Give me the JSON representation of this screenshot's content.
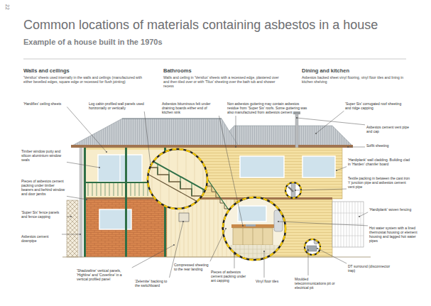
{
  "diagram": {
    "title": "Common locations of materials containing asbestos in a house",
    "labels": [
      "22",
      "Example of a house built in the 1970s",
      "Walls and ceilings",
      "'Versilux' sheets used internally in the walls and ceilings (manufactured with either bevelled edges, square edge or recessed for flush jointing)",
      "Bathrooms",
      "Walls and ceiling in 'Versilux' sheets with a recessed edge, plastered over and then tiled over or with 'Tilux' sheeting over the bath tub and shower recess",
      "Dining and kitchen",
      "Asbestos backed sheet vinyl flooring, vinyl floor tiles and lining in kitchen shelving",
      "'Hardiflex' ceiling sheets",
      "Log cabin profiled wall panels used horizontally or vertically",
      "Asbestos bituminous felt under draining boards either end of kitchen sink",
      "Non asbestos guttering may contain asbestos residue from 'Super Six' roofs. Some guttering was also manufactured from asbestos cement",
      "'Super Six' corrugated roof sheeting and ridge capping",
      "Asbestos cement vent pipe and cap",
      "Soffit sheeting",
      "'Hardiplank' wall cladding. Building clad in 'Harden' chamfer board",
      "Textile packing in between the cast iron Y junction pipe and asbestos cement vent pipe",
      "'Hardiplank' woven fencing",
      "Hot water system with a lined thermostat housing or element housing and lagged hot water pipes",
      "DT surround (disconnector trap)",
      "Moulded telecommunications pit or electrical pit",
      "Vinyl floor tiles",
      "Pieces of asbestos cement packing under ant capping",
      "Compressed sheeting to the rear landing",
      "'Zelemite' backing to the switchboard",
      "'Shadowline' vertical panels, 'Highline' and 'Coverline' in a vertical profiled panel",
      "Asbestos cement downpipe",
      "'Super Six' fence panels and fence capping",
      "Pieces of asbestos cement packing under timber bearers and behind window and door jambs",
      "Timber window putty and silicon aluminium window seals"
    ]
  }
}
